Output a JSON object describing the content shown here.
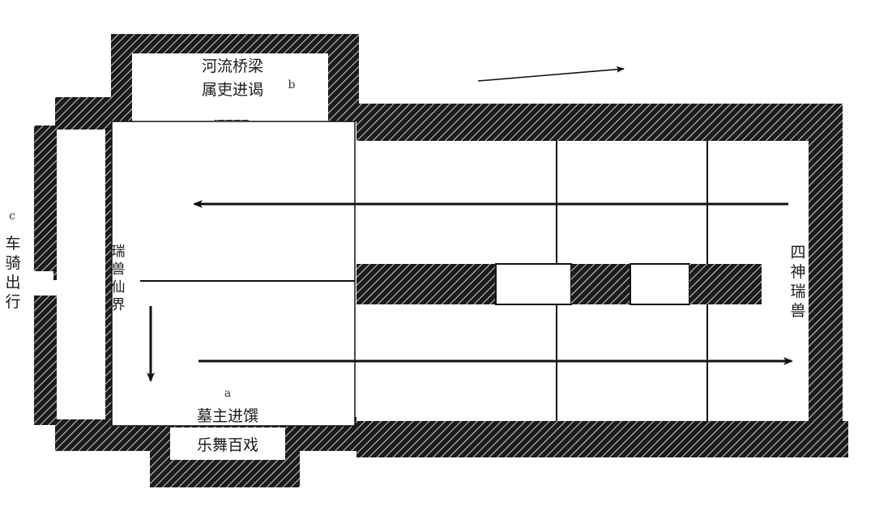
{
  "labels": {
    "top_room_line1": "河流桥梁",
    "top_room_line2": "属吏进谒",
    "top_room_letter": "b",
    "left_outside_letter": "c",
    "left_outside_vertical": [
      "车",
      "骑",
      "出",
      "行"
    ],
    "front_hall_vertical": [
      "瑞",
      "兽",
      "仙",
      "界"
    ],
    "right_end_vertical": [
      "四",
      "神",
      "瑞",
      "兽"
    ],
    "bottom_room_letter": "a",
    "bottom_room_line1": "墓主进馔",
    "bottom_room_line2": "乐舞百戏"
  },
  "colors": {
    "wall": "#1c1c1c",
    "line": "#111111",
    "background": "#ffffff"
  }
}
